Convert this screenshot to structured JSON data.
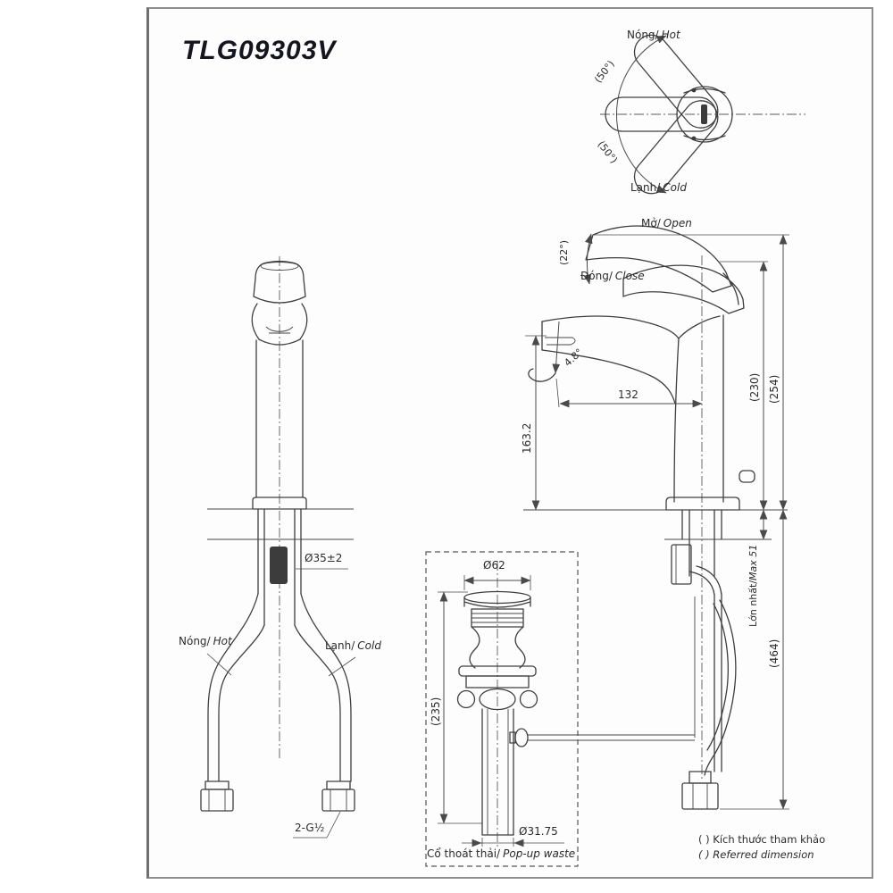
{
  "title": "TLG09303V",
  "colors": {
    "line": "#3f3f3f",
    "text": "#2b2b2b",
    "border": "#8d8d8d",
    "background": "#fdfdfd"
  },
  "top_view": {
    "hot": {
      "vi": "Nóng/",
      "en": "Hot"
    },
    "cold": {
      "vi": "Lạnh/",
      "en": "Cold"
    },
    "swing_top": "(50°)",
    "swing_bottom": "(50°)"
  },
  "side_view": {
    "open": {
      "vi": "Mở/",
      "en": "Open"
    },
    "close": {
      "vi": "Đóng/",
      "en": "Close"
    },
    "lever_angle": "(22°)",
    "stream_angle": "4.8°",
    "reach": "132",
    "spout_height": "163.2",
    "height_closed": "(230)",
    "height_open": "(254)",
    "max_deck": {
      "vi": "Lớn nhất/",
      "en": "Max 51"
    },
    "below_counter": "(464)"
  },
  "front_view": {
    "shank_dia": "Ø35±2",
    "hot": {
      "vi": "Nóng/",
      "en": "Hot"
    },
    "cold": {
      "vi": "Lạnh/",
      "en": "Cold"
    },
    "thread": "2-G½"
  },
  "popup": {
    "top_dia": "Ø62",
    "height": "(235)",
    "tail_dia": "Ø31.75",
    "caption": {
      "vi": "Cổ thoát thải/",
      "en": "Pop-up waste"
    }
  },
  "note": {
    "line1": "( ) Kích thước tham khảo",
    "line2": "( ) Referred dimension"
  }
}
